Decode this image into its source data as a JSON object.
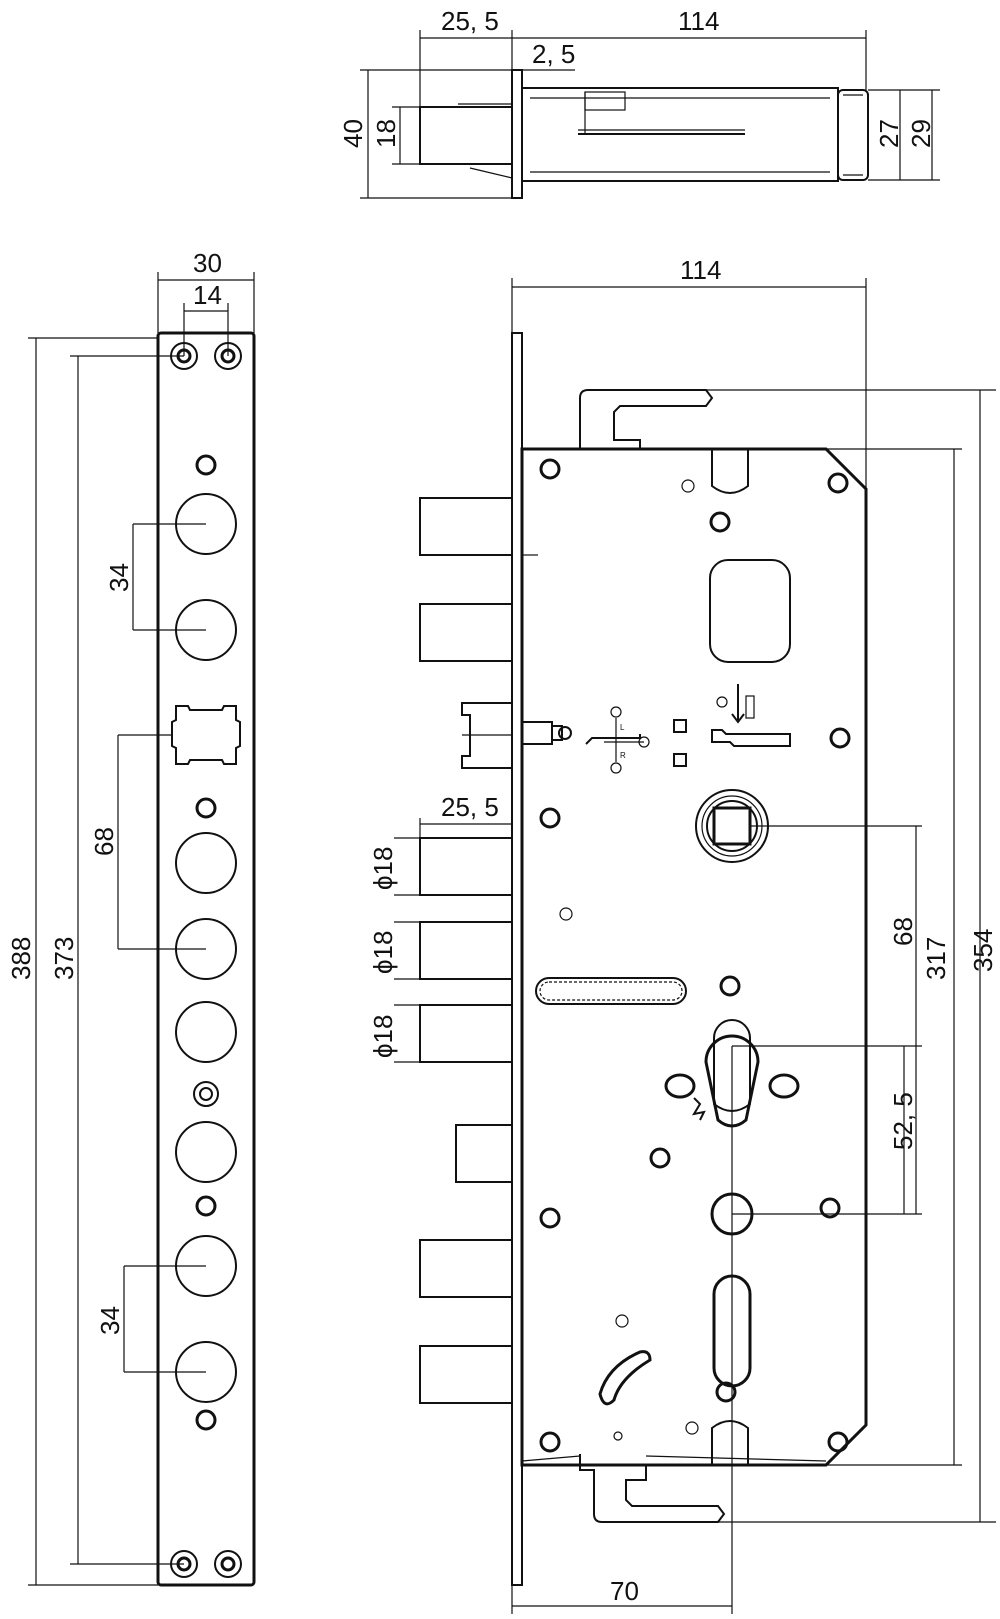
{
  "dimensions": {
    "top_view": {
      "bolt_projection": "25, 5",
      "body_depth": "114",
      "faceplate_thickness": "2, 5",
      "overall_height": "40",
      "bolt_height": "18",
      "case_inner_height": "27",
      "case_outer_height": "29"
    },
    "faceplate_view": {
      "width": "30",
      "screw_spacing": "14",
      "bolt_spacing_upper": "34",
      "latch_to_bolt": "68",
      "bolt_spacing_lower": "34",
      "overall_length": "388",
      "screw_hole_pitch": "373"
    },
    "side_view": {
      "body_depth": "114",
      "bolt_projection": "25, 5",
      "bolt_diameter_1": "ϕ18",
      "bolt_diameter_2": "ϕ18",
      "bolt_diameter_3": "ϕ18",
      "spindle_to_cylinder": "68",
      "case_height": "317",
      "rod_span": "354",
      "cylinder_offset": "52, 5",
      "backset": "70"
    }
  },
  "markings": {
    "handing_left": "L",
    "handing_right": "R"
  }
}
